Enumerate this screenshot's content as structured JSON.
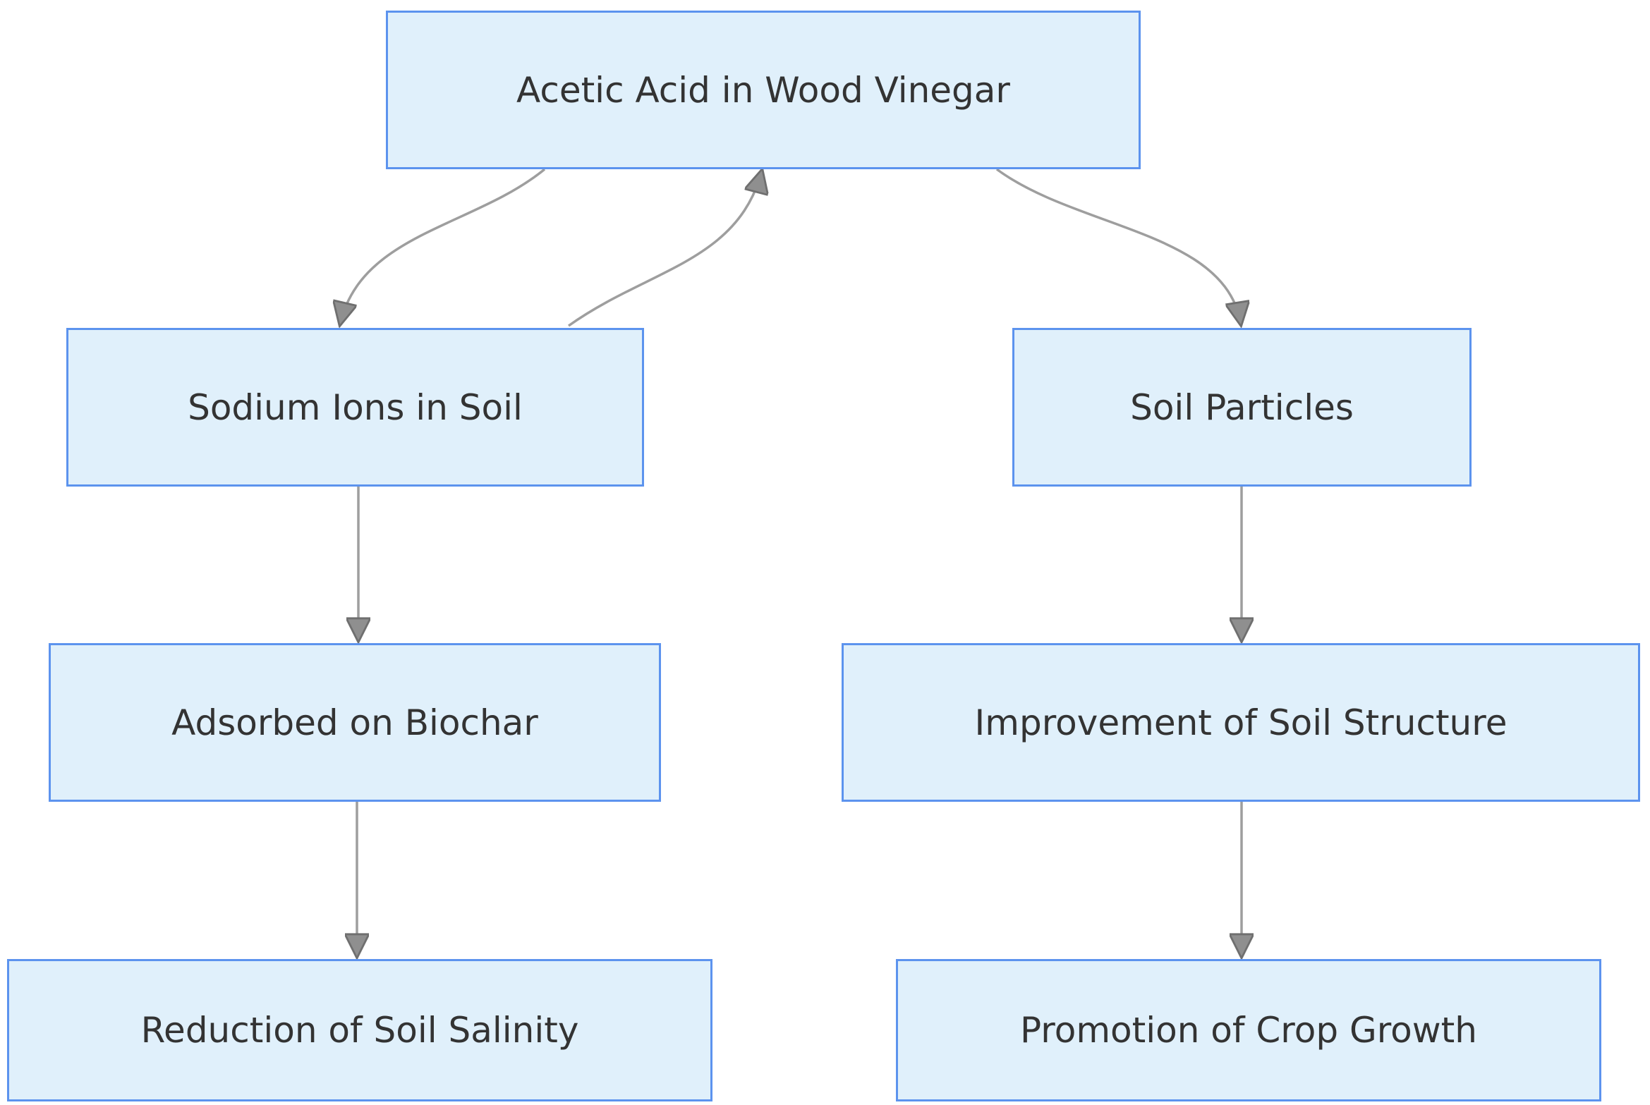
{
  "diagram": {
    "type": "flowchart",
    "direction": "top-down",
    "colors": {
      "background": "#ffffff",
      "node_fill": "#E0F0FB",
      "node_border": "#5C93EE",
      "node_text": "#333333",
      "edge_line": "#9E9E9E",
      "arrowhead_fill": "#8F8F8F",
      "arrowhead_stroke": "#6F6F6F"
    },
    "nodes": [
      {
        "id": "acetic_acid",
        "label": "Acetic Acid in Wood Vinegar"
      },
      {
        "id": "sodium_ions",
        "label": "Sodium Ions in Soil"
      },
      {
        "id": "soil_particles",
        "label": "Soil Particles"
      },
      {
        "id": "adsorbed_biochar",
        "label": "Adsorbed on Biochar"
      },
      {
        "id": "soil_structure",
        "label": "Improvement of Soil Structure"
      },
      {
        "id": "soil_salinity",
        "label": "Reduction of Soil Salinity"
      },
      {
        "id": "crop_growth",
        "label": "Promotion of Crop Growth"
      }
    ],
    "edges": [
      {
        "from": "acetic_acid",
        "to": "sodium_ions"
      },
      {
        "from": "sodium_ions",
        "to": "acetic_acid"
      },
      {
        "from": "acetic_acid",
        "to": "soil_particles"
      },
      {
        "from": "sodium_ions",
        "to": "adsorbed_biochar"
      },
      {
        "from": "adsorbed_biochar",
        "to": "soil_salinity"
      },
      {
        "from": "soil_particles",
        "to": "soil_structure"
      },
      {
        "from": "soil_structure",
        "to": "crop_growth"
      }
    ]
  }
}
